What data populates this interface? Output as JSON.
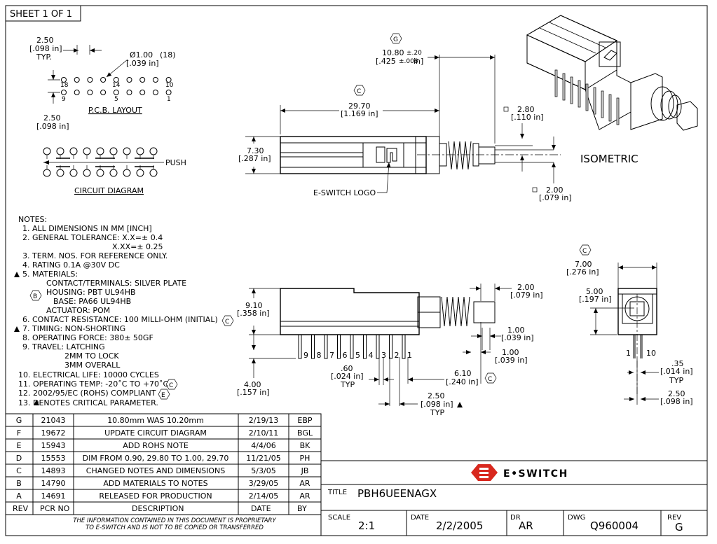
{
  "sheet_label": "SHEET 1 OF 1",
  "pcb": {
    "pitch_top": "2.50",
    "pitch_top_in": "[.098 in]",
    "typ": "TYP.",
    "hole": "Ø1.00",
    "hole_count": "(18)",
    "hole_in": "[.039 in]",
    "pin_18": "18",
    "pin_14": "14",
    "pin_10": "10",
    "pin_9": "9",
    "pin_5": "5",
    "pin_1": "1",
    "row_pitch": "2.50",
    "row_pitch_in": "[.098 in]",
    "title": "P.C.B. LAYOUT"
  },
  "circuit": {
    "push_label": "PUSH",
    "title": "CIRCUIT DIAGRAM"
  },
  "front": {
    "rev_g": "G",
    "dim_1080": "10.80",
    "dim_1080_tol": "±.20",
    "dim_1080_in": "[.425",
    "dim_1080_in_tol": "±.008",
    "dim_1080_in_end": "in]",
    "rev_c": "C",
    "dim_2970": "29.70",
    "dim_2970_in": "[1.169 in]",
    "dim_280": "2.80",
    "dim_280_in": "[.110 in]",
    "dim_730": "7.30",
    "dim_730_in": "[.287 in]",
    "dim_200": "2.00",
    "dim_200_in": "[.079 in]",
    "logo_label": "E-SWITCH LOGO"
  },
  "isometric_label": "ISOMETRIC",
  "notes": {
    "header": "NOTES:",
    "lines": [
      "1. ALL DIMENSIONS IN MM [INCH]",
      "2. GENERAL TOLERANCE:  X.X=± 0.4",
      "X.XX=± 0.25",
      "3. TERM. NOS. FOR REFERENCE ONLY.",
      "4. RATING 0.1A @30V DC",
      "5. MATERIALS:",
      "CONTACT/TERMINALS: SILVER PLATE",
      "HOUSING: PBT UL94HB",
      "BASE: PA66 UL94HB",
      "ACTUATOR: POM",
      "6. CONTACT RESISTANCE: 100 MILLI-OHM (INITIAL)",
      "7. TIMING: NON-SHORTING",
      "8. OPERATING FORCE: 380± 50GF",
      "9. TRAVEL: LATCHING",
      "2MM  TO LOCK",
      "3MM OVERALL",
      "10. ELECTRICAL LIFE: 10000 CYCLES",
      "11. OPERATING TEMP: -20˚C TO +70˚C",
      "12. 2002/95/EC (ROHS) COMPLIANT",
      "13.   DENOTES CRITICAL PARAMETER."
    ],
    "rev_b": "B",
    "rev_c": "C",
    "rev_c2": "C",
    "rev_e": "E"
  },
  "side": {
    "dim_910": "9.10",
    "dim_910_in": "[.358 in]",
    "dim_400": "4.00",
    "dim_400_in": "[.157 in]",
    "pins": [
      "9",
      "8",
      "7",
      "6",
      "5",
      "4",
      "3",
      "2",
      "1"
    ],
    "dim_200": "2.00",
    "dim_200_in": "[.079 in]",
    "dim_100a": "1.00",
    "dim_100a_in": "[.039 in]",
    "dim_100b": "1.00",
    "dim_100b_in": "[.039 in]",
    "dim_060": ".60",
    "dim_060_in": "[.024 in]",
    "dim_060_typ": "TYP",
    "dim_610": "6.10",
    "dim_610_in": "[.240 in]",
    "rev_c": "C",
    "dim_250": "2.50",
    "dim_250_in": "[.098 in]",
    "dim_250_typ": "TYP"
  },
  "end": {
    "rev_c": "C",
    "dim_700": "7.00",
    "dim_700_in": "[.276 in]",
    "dim_500": "5.00",
    "dim_500_in": "[.197 in]",
    "pin_1": "1",
    "pin_10": "10",
    "dim_035": ".35",
    "dim_035_in": "[.014 in]",
    "dim_035_typ": "TYP",
    "dim_250": "2.50",
    "dim_250_in": "[.098 in]"
  },
  "revisions": {
    "rows": [
      {
        "rev": "G",
        "pcr": "21043",
        "desc": "10.80mm WAS 10.20mm",
        "date": "2/19/13",
        "by": "EBP"
      },
      {
        "rev": "F",
        "pcr": "19672",
        "desc": "UPDATE CIRCUIT DIAGRAM",
        "date": "2/10/11",
        "by": "BGL"
      },
      {
        "rev": "E",
        "pcr": "15943",
        "desc": "ADD ROHS NOTE",
        "date": "4/4/06",
        "by": "BK"
      },
      {
        "rev": "D",
        "pcr": "15553",
        "desc": "DIM FROM 0.90, 29.80 TO 1.00, 29.70",
        "date": "11/21/05",
        "by": "PH"
      },
      {
        "rev": "C",
        "pcr": "14893",
        "desc": "CHANGED NOTES AND DIMENSIONS",
        "date": "5/3/05",
        "by": "JB"
      },
      {
        "rev": "B",
        "pcr": "14790",
        "desc": "ADD MATERIALS TO NOTES",
        "date": "3/29/05",
        "by": "AR"
      },
      {
        "rev": "A",
        "pcr": "14691",
        "desc": "RELEASED FOR PRODUCTION",
        "date": "2/14/05",
        "by": "AR"
      }
    ],
    "headers": {
      "rev": "REV",
      "pcr": "PCR NO",
      "desc": "DESCRIPTION",
      "date": "DATE",
      "by": "BY"
    },
    "proprietary_1": "THE INFORMATION CONTAINED IN THIS DOCUMENT IS PROPRIETARY",
    "proprietary_2": "TO E-SWITCH AND IS NOT TO BE COPIED OR TRANSFERRED"
  },
  "title_block": {
    "brand": "E•SWITCH",
    "title_label": "TITLE",
    "title": "PBH6UEENAGX",
    "scale_label": "SCALE",
    "scale": "2:1",
    "date_label": "DATE",
    "date": "2/2/2005",
    "dr_label": "DR",
    "dr": "AR",
    "dwg_label": "DWG",
    "dwg": "Q960004",
    "rev_label": "REV",
    "rev": "G"
  }
}
